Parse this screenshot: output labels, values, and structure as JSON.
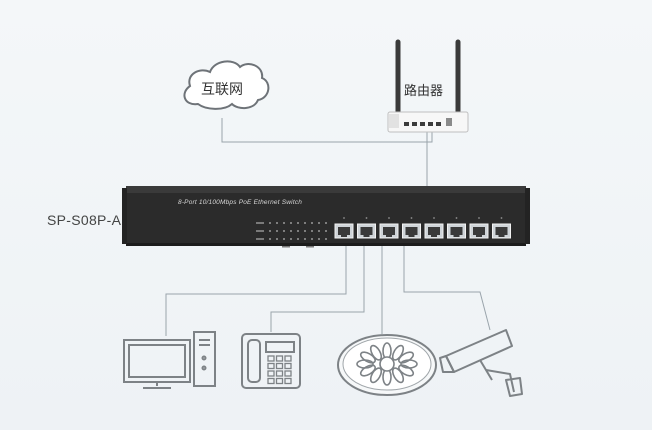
{
  "diagram": {
    "cloud_label": "互联网",
    "router_label": "路由器",
    "model_label": "SP-S08P-A",
    "switch_label": "8-Port 10/100Mbps PoE Ethernet Switch",
    "port_count": 8,
    "devices": [
      "desktop-computer-icon",
      "ip-phone-icon",
      "wireless-access-point-icon",
      "surveillance-camera-icon"
    ]
  },
  "colors": {
    "background": "#f1f5f8",
    "line": "#9aa4ab",
    "icon_stroke": "#7d8286",
    "switch_body": "#2c2c2c",
    "port_light": "#dfe3e6"
  }
}
